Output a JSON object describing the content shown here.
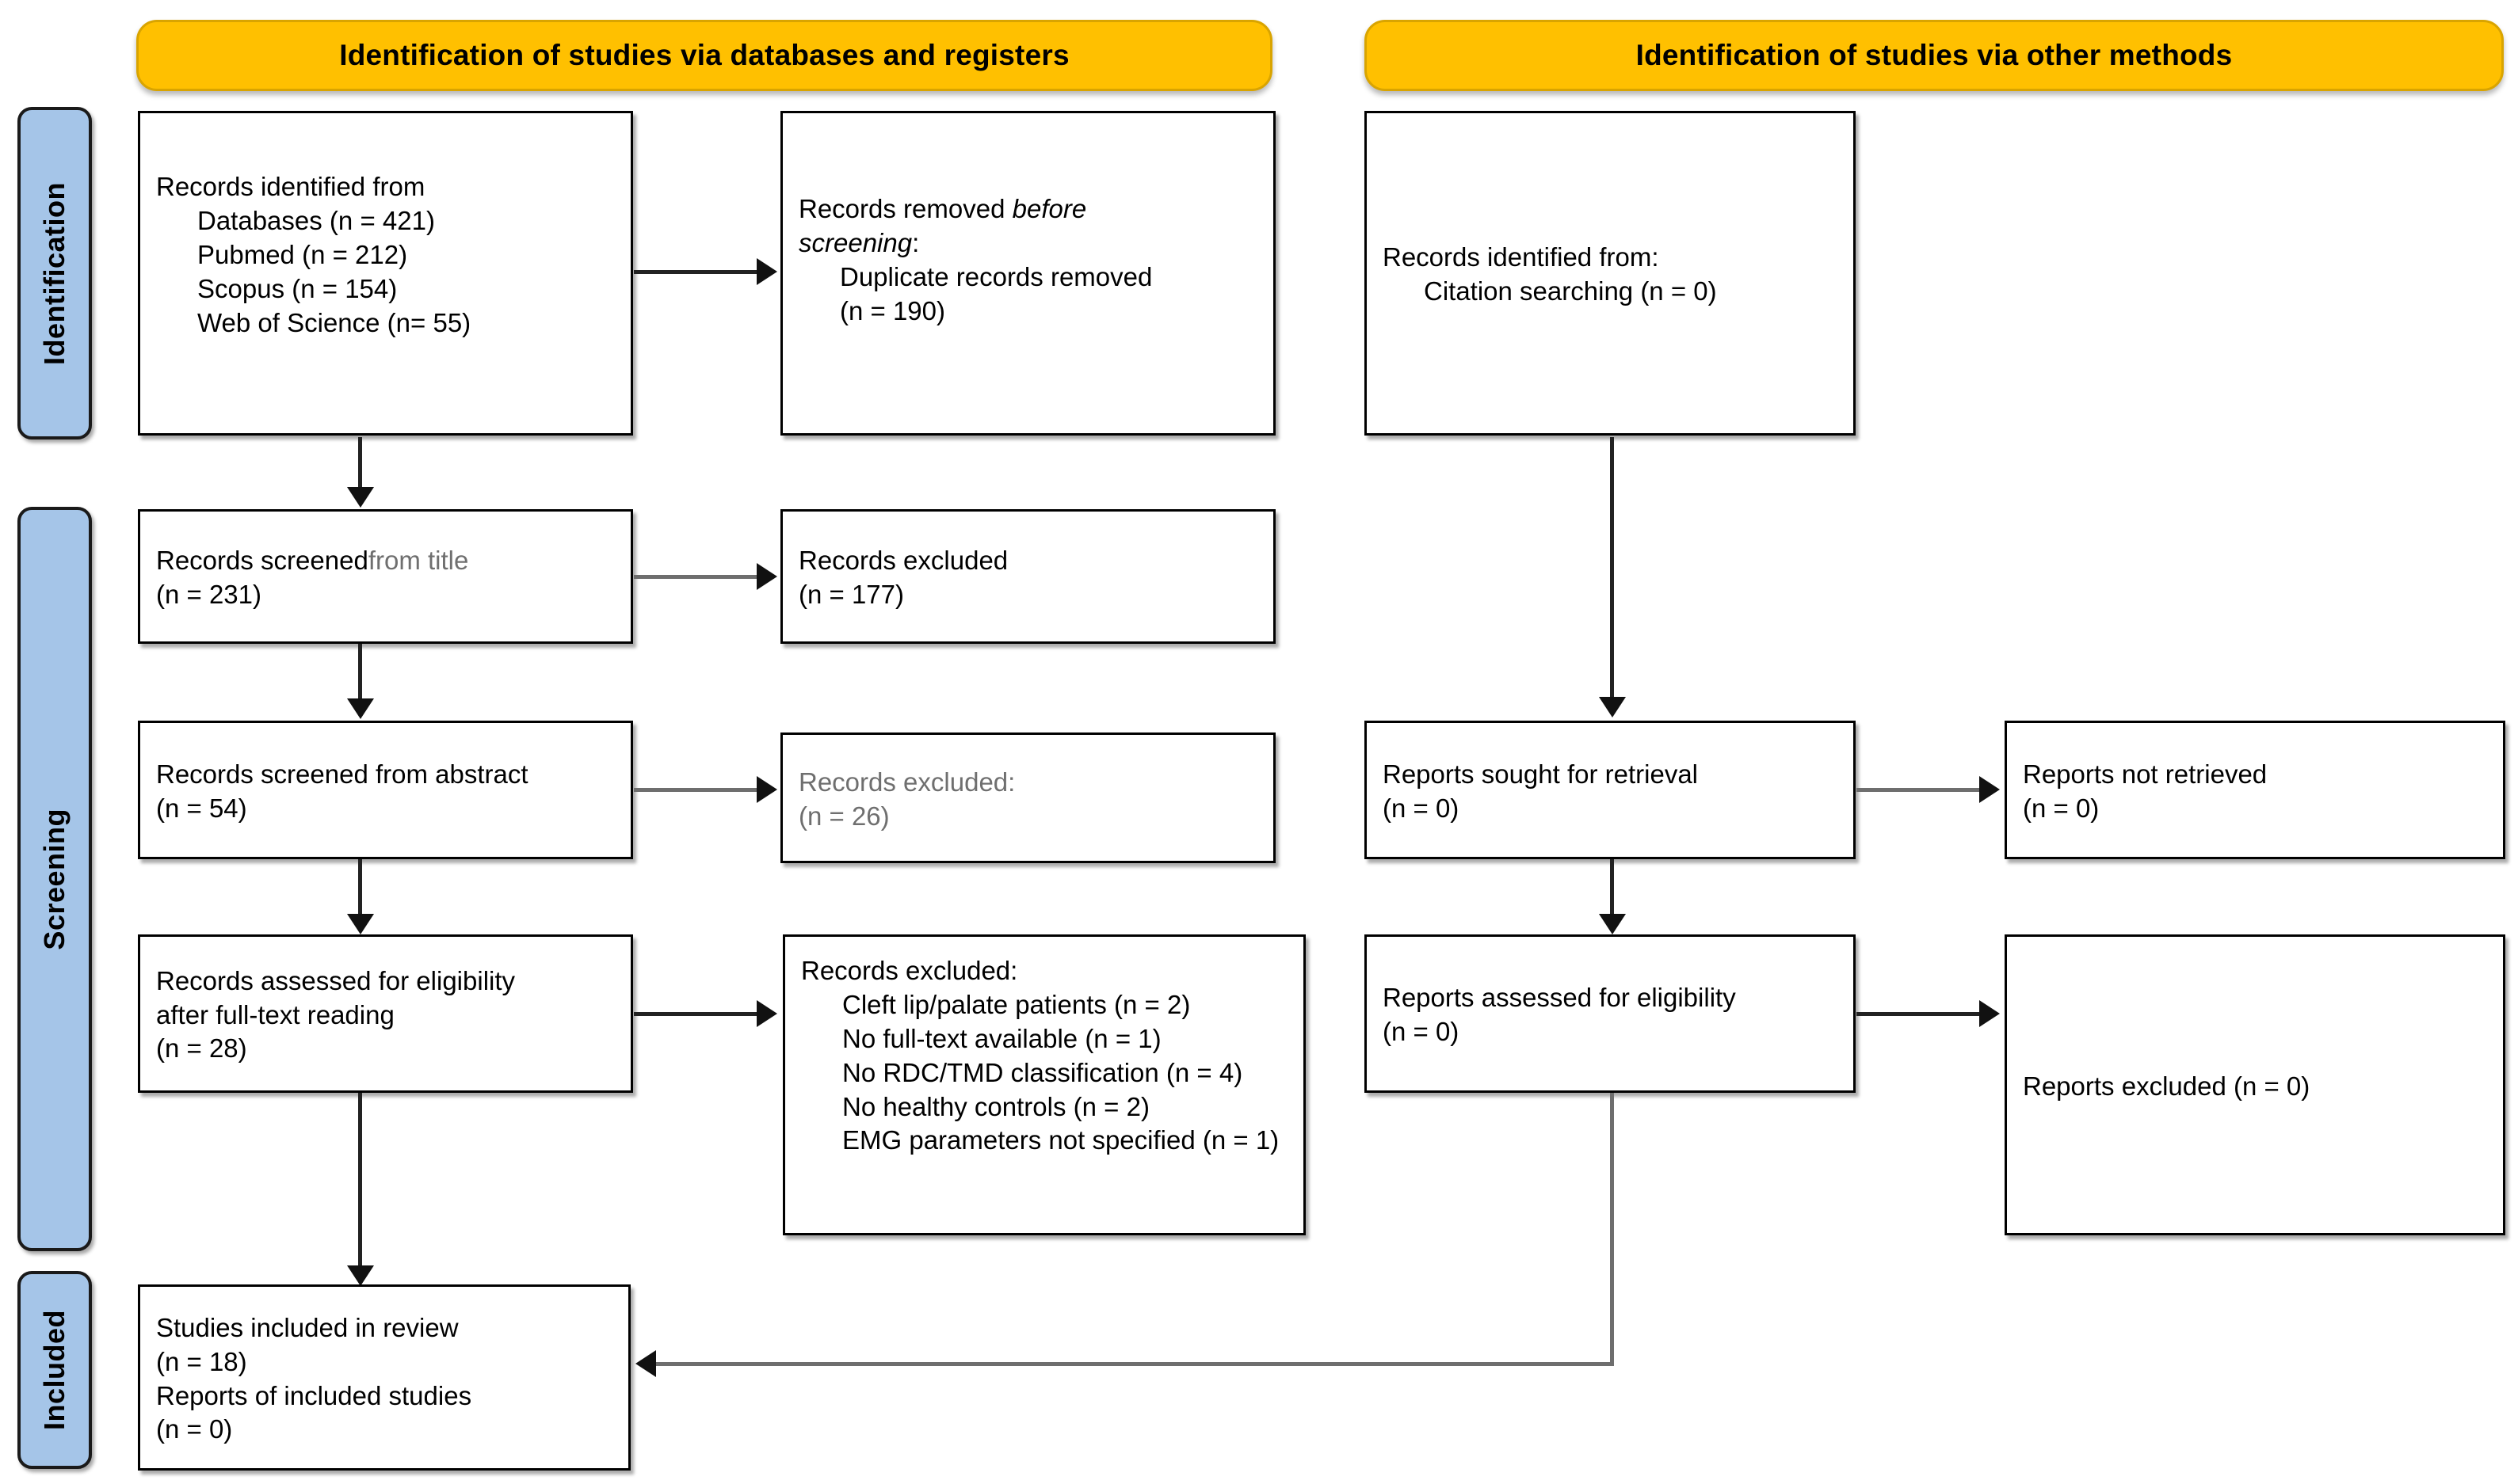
{
  "diagram": {
    "type": "prisma-flow-diagram",
    "title": "PRISMA 2020 flow diagram",
    "colors": {
      "header_fill": "#FFC000",
      "rail_fill": "#A5C5E8",
      "box_fill": "#FFFFFF",
      "border": "#000000",
      "connector": "#6E6E6E",
      "muted_text": "#6F6F6F"
    }
  },
  "headers": {
    "databases": "Identification of studies via databases and registers",
    "other": "Identification of studies via other methods"
  },
  "rails": [
    {
      "label": "Identification"
    },
    {
      "label": "Screening"
    },
    {
      "label": "Included"
    }
  ],
  "boxes": {
    "records_identified": {
      "lines": [
        "Records identified from",
        "Databases (n = 421)",
        "Pubmed (n = 212)",
        "Scopus (n = 154)",
        "Web of Science (n= 55)"
      ]
    },
    "records_removed": {
      "lines": [
        "Records removed ",
        "before",
        "screening",
        ":",
        "Duplicate records removed",
        "(n = 190)"
      ]
    },
    "records_screened_title": {
      "lines": [
        "Records screened",
        "from title",
        "(n = 231)"
      ]
    },
    "records_excluded_title": {
      "lines": [
        "Records excluded",
        "(n = 177)"
      ]
    },
    "records_screened_abstract": {
      "lines": [
        "Records screened from abstract",
        "(n = 54)"
      ]
    },
    "records_excluded_abstract": {
      "lines": [
        "Records excluded:",
        "(n = 26)"
      ]
    },
    "records_assessed": {
      "lines": [
        "Records assessed for eligibility",
        "after full-text reading",
        "(n = 28)"
      ]
    },
    "records_excluded_fulltext": {
      "heading": "Records excluded:",
      "reasons": [
        "Cleft lip/palate patients (n = 2)",
        "No full-text available (n = 1)",
        "No RDC/TMD classification (n = 4)",
        "No healthy controls (n = 2)",
        "EMG parameters not specified (n = 1)"
      ]
    },
    "studies_included": {
      "lines": [
        "Studies included in review",
        "(n = 18)",
        "Reports of included studies",
        "(n = 0)"
      ]
    },
    "records_identified_other": {
      "lines": [
        "Records identified from:",
        "Citation searching (n = 0)"
      ]
    },
    "reports_sought": {
      "lines": [
        "Reports sought for retrieval",
        "(n = 0)"
      ]
    },
    "reports_not_retrieved": {
      "lines": [
        "Reports not retrieved",
        "(n = 0)"
      ]
    },
    "reports_assessed": {
      "lines": [
        "Reports assessed for eligibility",
        "(n = 0)"
      ]
    },
    "reports_excluded": {
      "lines": [
        "Reports excluded (n = 0)"
      ]
    }
  }
}
